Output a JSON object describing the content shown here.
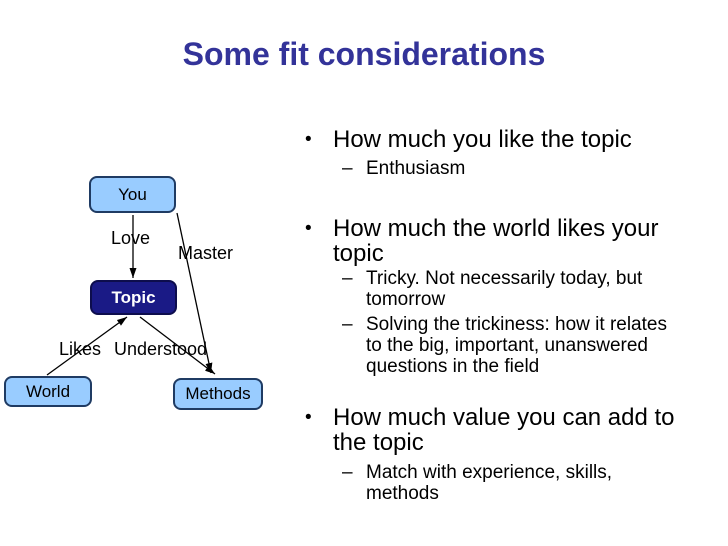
{
  "slide": {
    "title": "Some fit considerations",
    "title_color": "#333399",
    "background_color": "#FFFFFF",
    "text_color": "#000000"
  },
  "diagram": {
    "nodes": [
      {
        "id": "you",
        "label": "You",
        "fill": "#99CCFF"
      },
      {
        "id": "topic",
        "label": "Topic",
        "fill": "#1A1A86",
        "text_color": "#FFFFFF"
      },
      {
        "id": "world",
        "label": "World",
        "fill": "#99CCFF"
      },
      {
        "id": "methods",
        "label": "Methods",
        "fill": "#99CCFF"
      }
    ],
    "node_border_color": "#1F3B63",
    "arrow_color": "#000000",
    "edges": [
      {
        "label": "Love",
        "from": "You",
        "to": "Topic"
      },
      {
        "label": "Master",
        "from": "You",
        "to": "Methods"
      },
      {
        "label": "Likes",
        "from": "World",
        "to": "Topic"
      },
      {
        "label": "Understood",
        "from": "Topic",
        "to": "Methods"
      }
    ]
  },
  "content": {
    "items": [
      {
        "level": 1,
        "marker": "•",
        "text": "How much you like the topic"
      },
      {
        "level": 2,
        "marker": "–",
        "text": "Enthusiasm"
      },
      {
        "level": 1,
        "marker": "•",
        "text": "How much the world likes your\ntopic"
      },
      {
        "level": 2,
        "marker": "–",
        "text": "Tricky.  Not necessarily today, but\ntomorrow"
      },
      {
        "level": 2,
        "marker": "–",
        "text": "Solving the trickiness: how it relates\nto the big, important, unanswered\nquestions in the field"
      },
      {
        "level": 1,
        "marker": "•",
        "text": "How much value you can add to\nthe topic"
      },
      {
        "level": 2,
        "marker": "–",
        "text": "Match with experience, skills,\nmethods"
      }
    ]
  }
}
